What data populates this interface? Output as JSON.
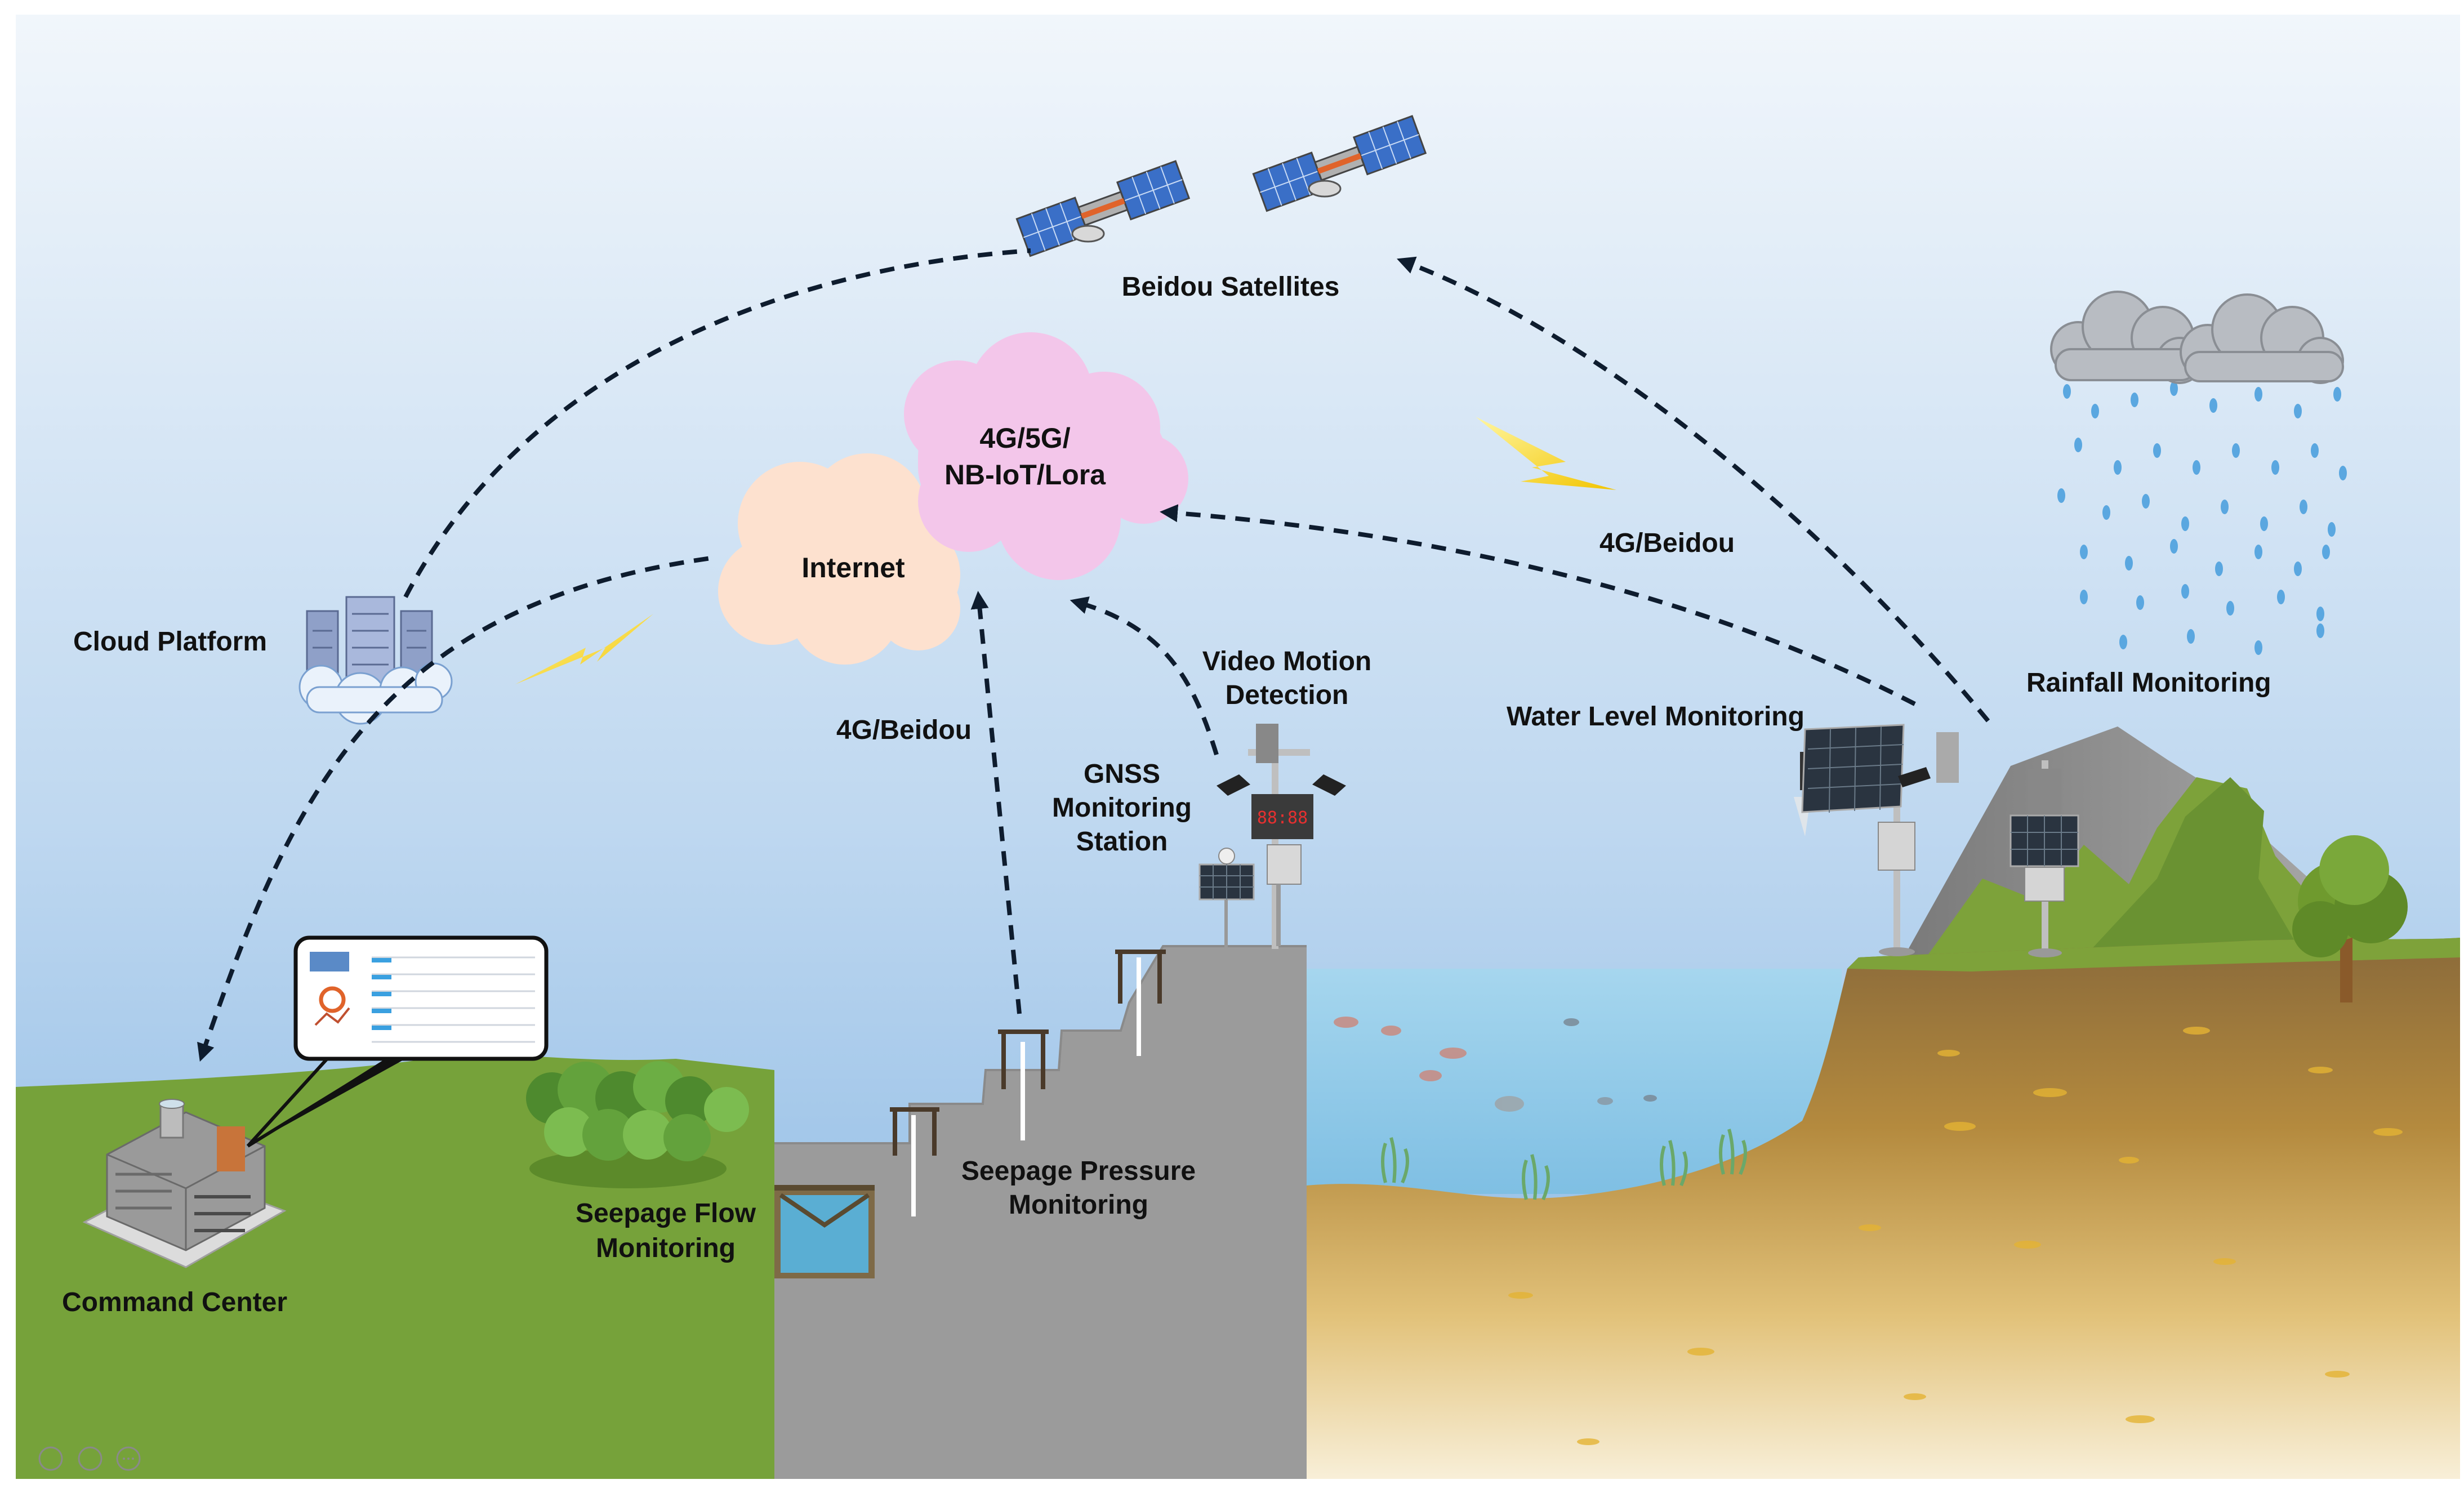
{
  "labels": {
    "beidou_satellites": "Beidou Satellites",
    "network_cloud_line1": "4G/5G/",
    "network_cloud_line2": "NB-IoT/Lora",
    "internet": "Internet",
    "cloud_platform": "Cloud Platform",
    "link_4g_beidou_left": "4G/Beidou",
    "link_4g_beidou_right": "4G/Beidou",
    "video_motion_line1": "Video Motion",
    "video_motion_line2": "Detection",
    "gnss_line1": "GNSS",
    "gnss_line2": "Monitoring",
    "gnss_line3": "Station",
    "water_level": "Water Level Monitoring",
    "rainfall": "Rainfall Monitoring",
    "seepage_flow_line1": "Seepage Flow",
    "seepage_flow_line2": "Monitoring",
    "seepage_pressure_line1": "Seepage Pressure",
    "seepage_pressure_line2": "Monitoring",
    "command_center": "Command Center"
  },
  "colors": {
    "sky_top": "#f1f6fb",
    "sky_bottom": "#86b6e3",
    "grass": "#76a23a",
    "dam": "#9b9b9b",
    "water": "#8cc8e8",
    "soil": "#a0733a",
    "sand": "#e6c677",
    "internet_cloud": "#fde1cf",
    "network_cloud": "#f3c6ea",
    "link_line": "#0e1c2e",
    "lightning": "#f7d21a"
  },
  "icons": [
    "satellite-icon",
    "server-cloud-icon",
    "lightning-icon",
    "rain-cloud-icon",
    "building-icon",
    "solar-panel-icon",
    "camera-icon",
    "tree-icon",
    "fish-icon"
  ]
}
